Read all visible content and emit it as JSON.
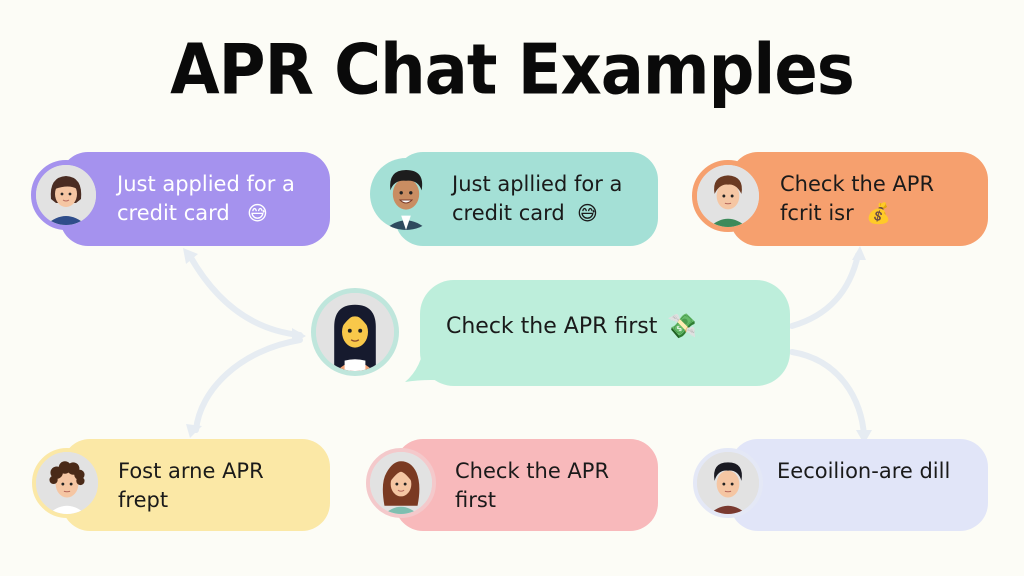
{
  "title": "APR Chat Examples",
  "colors": {
    "background": "#fcfcf6",
    "purple": "#a592ee",
    "teal": "#a4e0d6",
    "orange": "#f6a06e",
    "mint": "#bdeedb",
    "yellow": "#fbe8a6",
    "pink": "#f8b9bb",
    "lavender": "#e1e5f8",
    "connector": "#e6ecf2"
  },
  "messages": [
    {
      "id": "top-left",
      "text": "Just applied for a\ncredit card",
      "emoji": "😅",
      "emoji_name": "sweat-smile-emoji",
      "avatar": "woman-short-hair-avatar"
    },
    {
      "id": "top-center",
      "text": "Just apllied for a\ncredit card",
      "emoji": "😅",
      "emoji_name": "sweat-smile-emoji",
      "avatar": "man-suit-avatar"
    },
    {
      "id": "top-right",
      "text": "Check the APR\nfcrit isr",
      "emoji": "💰",
      "emoji_name": "money-bag-emoji",
      "avatar": "man-green-shirt-avatar"
    },
    {
      "id": "center",
      "text": "Check the APR first",
      "emoji": "💸",
      "emoji_name": "money-with-wings-emoji",
      "avatar": "woman-long-hair-avatar"
    },
    {
      "id": "bottom-left",
      "text": "Fost arne APR\nfrept",
      "emoji": "",
      "avatar": "man-curly-hair-avatar"
    },
    {
      "id": "bottom-center",
      "text": "Check the APR\nfirst",
      "emoji": "",
      "avatar": "woman-wavy-hair-avatar"
    },
    {
      "id": "bottom-right",
      "text": "Eecoilion-are dill",
      "emoji": "",
      "avatar": "man-red-shirt-avatar"
    }
  ]
}
